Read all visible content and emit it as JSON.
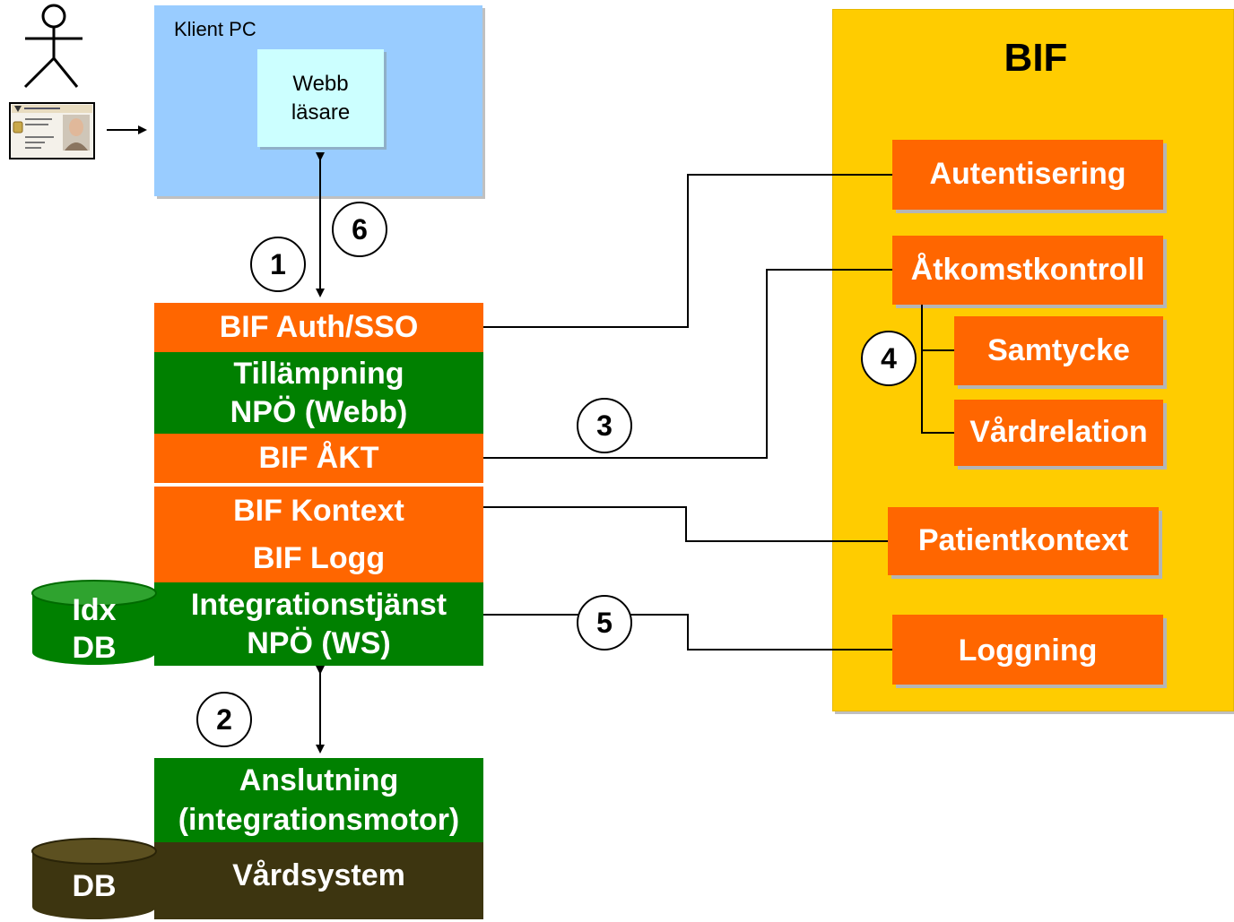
{
  "client": {
    "title": "Klient PC",
    "browser": "Webb\nläsare"
  },
  "bif": {
    "title": "BIF",
    "services": {
      "autentisering": "Autentisering",
      "atkomstkontroll": "Åtkomstkontroll",
      "samtycke": "Samtycke",
      "vardrelation": "Vårdrelation",
      "patientkontext": "Patientkontext",
      "loggning": "Loggning"
    }
  },
  "stack": {
    "auth": "BIF Auth/SSO",
    "app": "Tillämpning\nNPÖ (Webb)",
    "akt": "BIF ÅKT",
    "kontext": "BIF Kontext",
    "logg": "BIF Logg",
    "integration": "Integrationstjänst\nNPÖ (WS)",
    "anslutning": "Anslutning\n(integrationsmotor)",
    "vardsystem": "Vårdsystem"
  },
  "databases": {
    "idx": "Idx\nDB",
    "db": "DB"
  },
  "steps": [
    "1",
    "2",
    "3",
    "4",
    "5",
    "6"
  ],
  "colors": {
    "orange": "#ff6600",
    "green": "#008000",
    "dark": "#3d3510",
    "yellow": "#ffcc00",
    "blue": "#99ccff",
    "lightcyan": "#ccffff"
  }
}
